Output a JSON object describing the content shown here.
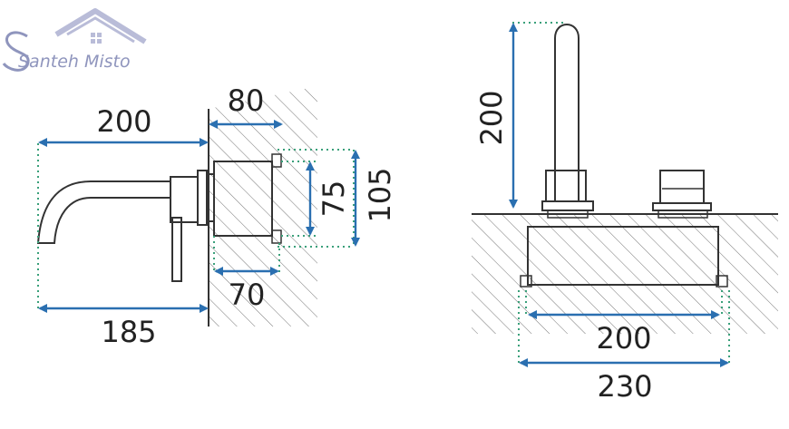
{
  "logo": {
    "text": "Santeh Misto",
    "mark": "house-roof-logo"
  },
  "side_view": {
    "dim_top_left": "200",
    "dim_top_right": "80",
    "dim_mid_vertical": "75",
    "dim_outer_vertical": "105",
    "dim_bottom_inner": "70",
    "dim_bottom": "185"
  },
  "front_view": {
    "dim_height": "200",
    "dim_inner_width": "200",
    "dim_outer_width": "230"
  },
  "colors": {
    "arrow": "#2a6fb0",
    "guide": "#3aa07a",
    "line": "#333333",
    "logo": "#8f95bd"
  }
}
